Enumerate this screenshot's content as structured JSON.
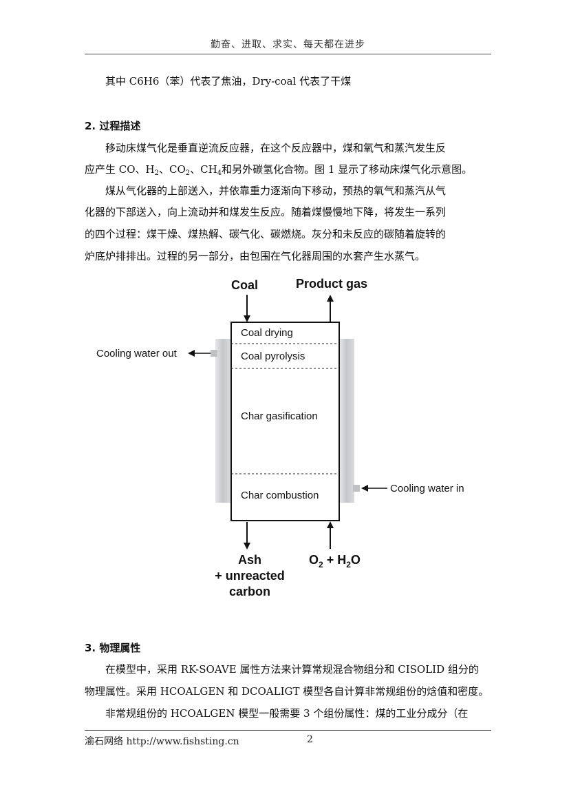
{
  "header": {
    "text": "勤奋、进取、求实、每天都在进步"
  },
  "intro_line": "其中 C6H6（苯）代表了焦油，Dry-coal 代表了干煤",
  "section2": {
    "heading": "2.  过程描述",
    "p1_line1": "移动床煤气化是垂直逆流反应器，在这个反应器中，煤和氧气和蒸汽发生反",
    "p1_line2_a": "应产生 CO、H",
    "p1_line2_b": "2",
    "p1_line2_c": "、CO",
    "p1_line2_d": "2",
    "p1_line2_e": "、CH",
    "p1_line2_f": "4",
    "p1_line2_g": "和另外碳氢化合物。图 1 显示了移动床煤气化示意图。",
    "p2_line1": "煤从气化器的上部送入，并依靠重力逐渐向下移动，预热的氧气和蒸汽从气",
    "p2_line2": "化器的下部送入，向上流动并和煤发生反应。随着煤慢慢地下降，将发生一系列",
    "p2_line3": "的四个过程：煤干燥、煤热解、碳气化、碳燃烧。灰分和未反应的碳随着旋转的",
    "p2_line4": "炉底炉排排出。过程的另一部分，由包围在气化器周围的水套产生水蒸气。"
  },
  "diagram": {
    "coal_in": "Coal",
    "product_gas": "Product gas",
    "zone1": "Coal drying",
    "zone2": "Coal pyrolysis",
    "zone3": "Char gasification",
    "zone4": "Char combustion",
    "cooling_out": "Cooling water out",
    "cooling_in": "Cooling water in",
    "ash_line1": "Ash",
    "ash_line2": "+ unreacted",
    "ash_line3": "carbon",
    "o2_a": "O",
    "o2_b": "2",
    "o2_c": " + H",
    "o2_d": "2",
    "o2_e": "O"
  },
  "section3": {
    "heading": "3.  物理属性",
    "line1": "在模型中，采用 RK-SOAVE 属性方法来计算常规混合物组分和 CISOLID 组分的",
    "line2": "物理属性。采用 HCOALGEN 和 DCOALIGT 模型各自计算非常规组份的焓值和密度。",
    "line3": "非常规组份的 HCOALGEN 模型一般需要 3 个组份属性：煤的工业分成分（在"
  },
  "footer": {
    "left": "渝石网络  http://www.fishsting.cn",
    "page": "2"
  },
  "colors": {
    "jacket": "#d4d6da",
    "rule": "#444444"
  }
}
